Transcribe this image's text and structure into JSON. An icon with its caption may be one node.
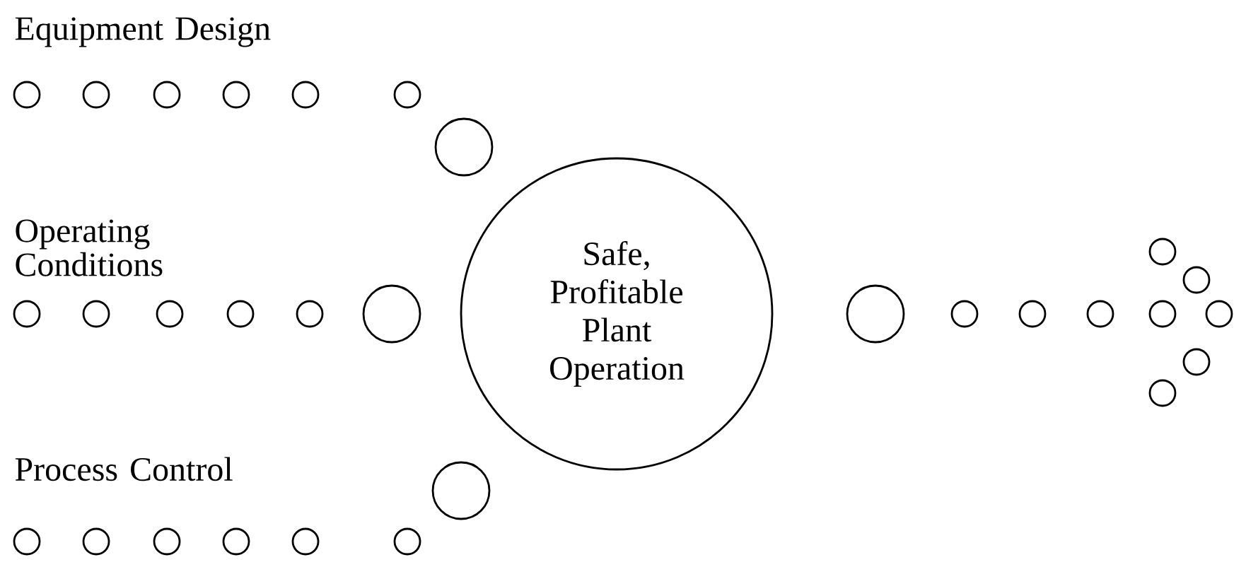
{
  "diagram": {
    "nodes": [
      {
        "text": [
          "Safe, Profitable Plant Operation"
        ]
      }
    ],
    "labels": [
      "Equipment Design",
      "Operating Conditions",
      "Process Control"
    ]
  }
}
